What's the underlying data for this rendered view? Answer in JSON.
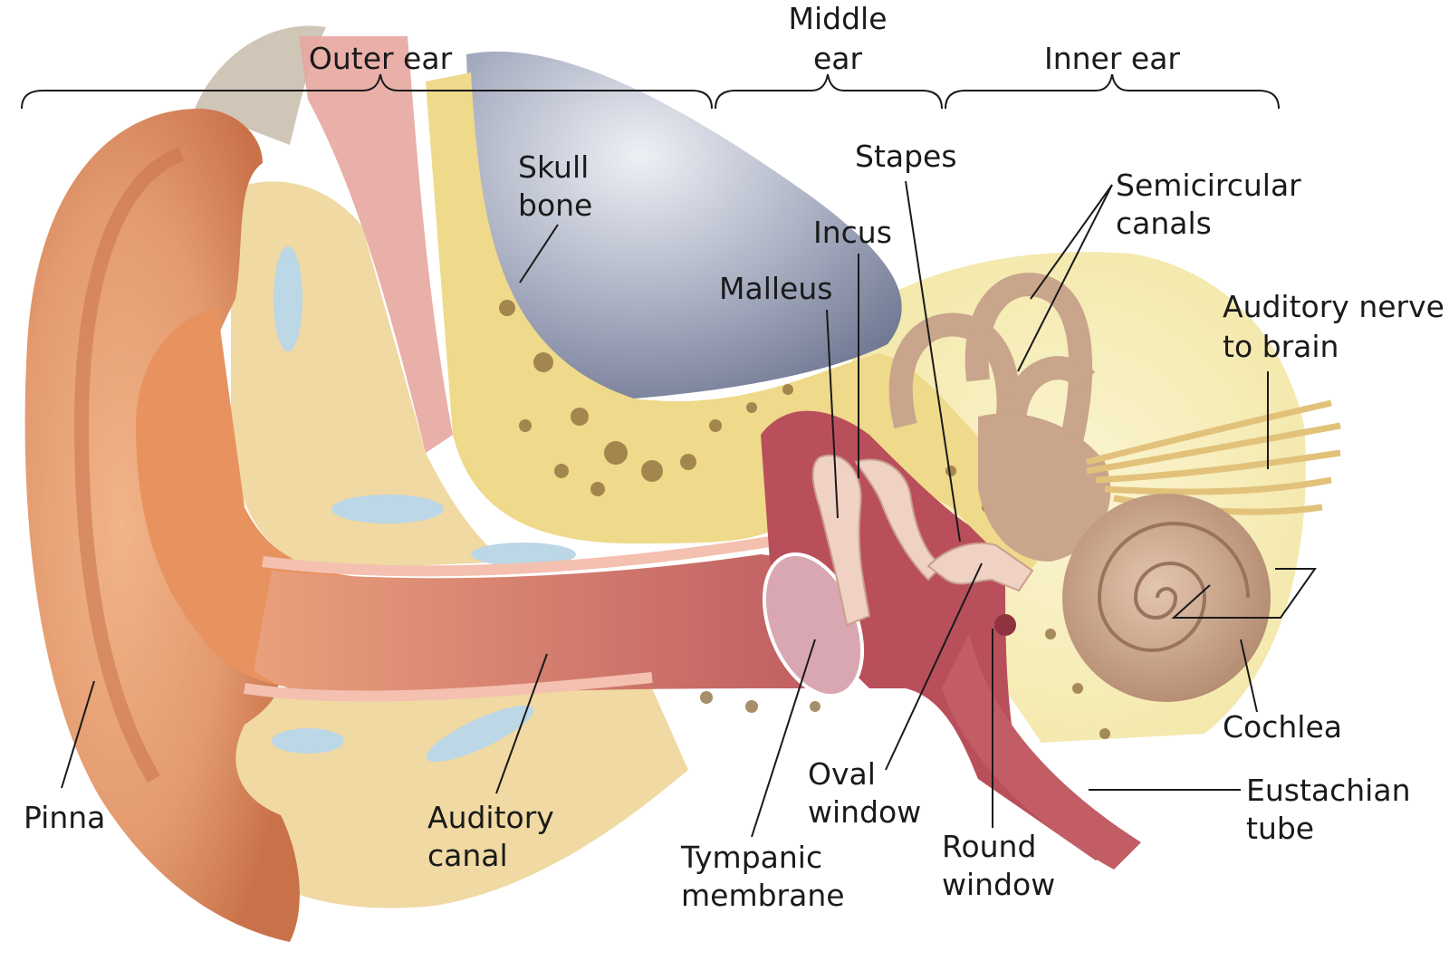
{
  "regions": {
    "outer": "Outer ear",
    "middle_1": "Middle",
    "middle_2": "ear",
    "inner": "Inner ear"
  },
  "labels": {
    "skull_1": "Skull",
    "skull_2": "bone",
    "stapes": "Stapes",
    "semicircular_1": "Semicircular",
    "semicircular_2": "canals",
    "incus": "Incus",
    "malleus": "Malleus",
    "nerve_1": "Auditory nerve",
    "nerve_2": "to brain",
    "cochlea": "Cochlea",
    "eustachian_1": "Eustachian",
    "eustachian_2": "tube",
    "oval_1": "Oval",
    "oval_2": "window",
    "round_1": "Round",
    "round_2": "window",
    "tympanic_1": "Tympanic",
    "tympanic_2": "membrane",
    "canal_1": "Auditory",
    "canal_2": "canal",
    "pinna": "Pinna"
  },
  "colors": {
    "skin": "#e39a6e",
    "skin_dark": "#c9724a",
    "flesh_pink": "#f0b6a4",
    "canal_red": "#c46a6a",
    "bone_yellow": "#efd98a",
    "cartilage_blue": "#bcd7e6",
    "brain_grey": "#8e96ad",
    "inner_tan": "#c9a58c",
    "nerve": "#e2c27a"
  }
}
